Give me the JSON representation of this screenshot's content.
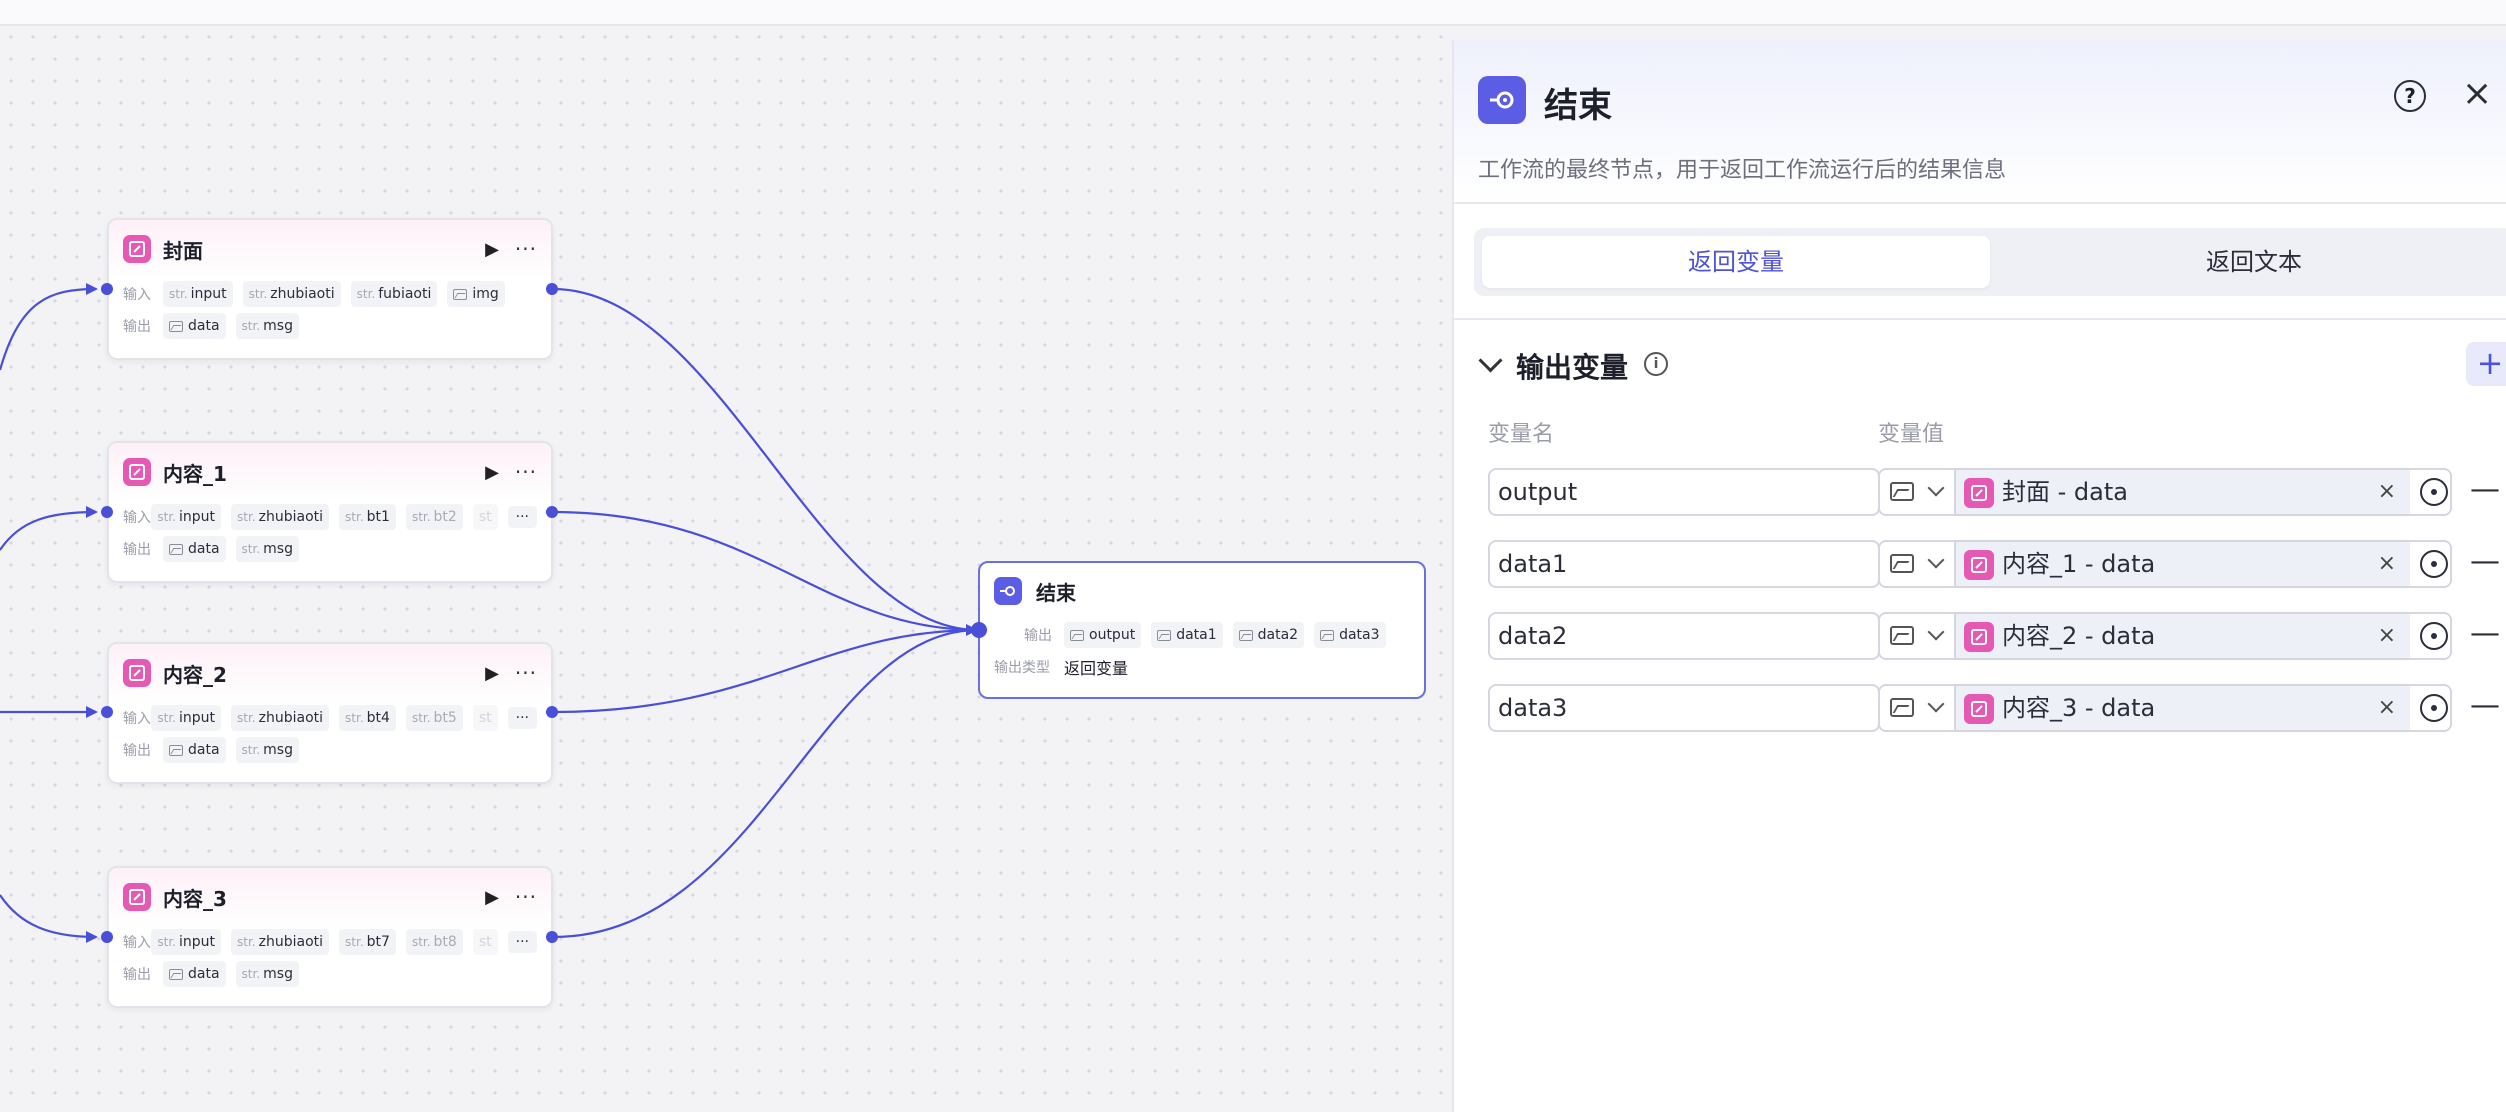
{
  "nodes": [
    {
      "title": "封面",
      "input_label": "输入",
      "output_label": "输出",
      "inputs": [
        {
          "type": "str",
          "name": "input"
        },
        {
          "type": "str",
          "name": "zhubiaoti"
        },
        {
          "type": "str",
          "name": "fubiaoti"
        },
        {
          "type": "img",
          "name": "img"
        }
      ],
      "outputs": [
        {
          "type": "img",
          "name": "data"
        },
        {
          "type": "str",
          "name": "msg"
        }
      ]
    },
    {
      "title": "内容_1",
      "input_label": "输入",
      "output_label": "输出",
      "inputs": [
        {
          "type": "str",
          "name": "input"
        },
        {
          "type": "str",
          "name": "zhubiaoti"
        },
        {
          "type": "str",
          "name": "bt1"
        },
        {
          "type": "str",
          "name": "bt2"
        }
      ],
      "outputs": [
        {
          "type": "img",
          "name": "data"
        },
        {
          "type": "str",
          "name": "msg"
        }
      ]
    },
    {
      "title": "内容_2",
      "input_label": "输入",
      "output_label": "输出",
      "inputs": [
        {
          "type": "str",
          "name": "input"
        },
        {
          "type": "str",
          "name": "zhubiaoti"
        },
        {
          "type": "str",
          "name": "bt4"
        },
        {
          "type": "str",
          "name": "bt5"
        }
      ],
      "outputs": [
        {
          "type": "img",
          "name": "data"
        },
        {
          "type": "str",
          "name": "msg"
        }
      ]
    },
    {
      "title": "内容_3",
      "input_label": "输入",
      "output_label": "输出",
      "inputs": [
        {
          "type": "str",
          "name": "input"
        },
        {
          "type": "str",
          "name": "zhubiaoti"
        },
        {
          "type": "str",
          "name": "bt7"
        },
        {
          "type": "str",
          "name": "bt8"
        }
      ],
      "outputs": [
        {
          "type": "img",
          "name": "data"
        },
        {
          "type": "str",
          "name": "msg"
        }
      ]
    }
  ],
  "str_tag": "str.",
  "more_tag": "···",
  "end_node": {
    "title": "结束",
    "output_label": "输出",
    "outputs": [
      "output",
      "data1",
      "data2",
      "data3"
    ],
    "type_label": "输出类型",
    "type_value": "返回变量"
  },
  "panel": {
    "title": "结束",
    "description": "工作流的最终节点，用于返回工作流运行后的结果信息",
    "help": "?",
    "close": "×",
    "tabs": [
      "返回变量",
      "返回文本"
    ],
    "section_title": "输出变量",
    "info": "i",
    "add": "+",
    "col_name": "变量名",
    "col_value": "变量值",
    "rows": [
      {
        "name": "output",
        "ref": "封面 - data"
      },
      {
        "name": "data1",
        "ref": "内容_1 - data"
      },
      {
        "name": "data2",
        "ref": "内容_2 - data"
      },
      {
        "name": "data3",
        "ref": "内容_3 - data"
      }
    ],
    "clear": "×",
    "remove": "—"
  },
  "colors": {
    "accent": "#5b5ee5",
    "edge": "#4a4fd8",
    "node_icon": "#e559b5"
  }
}
